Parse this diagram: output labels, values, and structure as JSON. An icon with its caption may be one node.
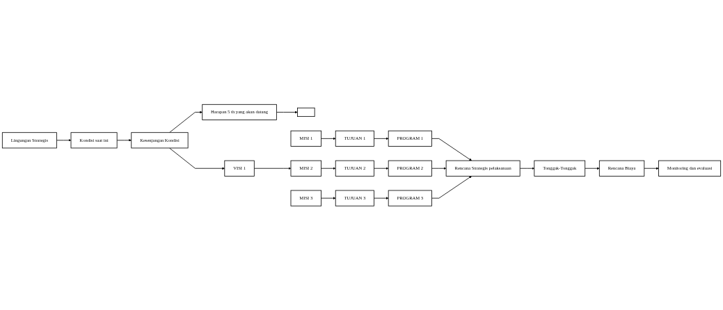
{
  "diagram": {
    "nodes": [
      {
        "text": [
          "Lingungan Strategis"
        ]
      },
      {
        "text": [
          "Kondisi saat ini"
        ]
      },
      {
        "text": [
          "Kesenjangan Kondisi"
        ]
      },
      {
        "text": [
          "Harapan 5 th yang akan datang"
        ]
      },
      {
        "text": [],
        "shape": "box"
      },
      {
        "text": [
          "VISI 1"
        ]
      },
      {
        "text": [
          "MISI 1"
        ]
      },
      {
        "text": [
          "TUJUAN 1"
        ]
      },
      {
        "text": [
          "PROGRAM 1"
        ]
      },
      {
        "text": [
          "MISI 2"
        ]
      },
      {
        "text": [
          "TUJUAN 2"
        ]
      },
      {
        "text": [
          "PROGRAM 2"
        ]
      },
      {
        "text": [
          "MISI 3"
        ]
      },
      {
        "text": [
          "TUJUAN 3"
        ]
      },
      {
        "text": [
          "PROGRAM 3"
        ]
      },
      {
        "text": [
          "Rencana Strategis pelaksanaan"
        ]
      },
      {
        "text": [
          "Rencana Biaya"
        ]
      },
      {
        "text": [
          "Tonggak-Tonggak"
        ]
      },
      {
        "text": [
          "Monitoring dan evaluasi"
        ]
      }
    ],
    "edges": [
      {
        "from": 0,
        "to": 1,
        "arrow": "to"
      },
      {
        "from": 1,
        "to": 2,
        "arrow": "to"
      },
      {
        "from": 2,
        "to": 3,
        "arrow": "to"
      },
      {
        "from": 3,
        "to": 4,
        "arrow": "to"
      },
      {
        "from": 2,
        "to": 5,
        "arrow": "to"
      },
      {
        "from": 5,
        "to": 9,
        "arrow": "to"
      },
      {
        "from": 6,
        "to": 7,
        "arrow": "to"
      },
      {
        "from": 7,
        "to": 8,
        "arrow": "to"
      },
      {
        "from": 9,
        "to": 10,
        "arrow": "to"
      },
      {
        "from": 10,
        "to": 11,
        "arrow": "to"
      },
      {
        "from": 12,
        "to": 13,
        "arrow": "to"
      },
      {
        "from": 13,
        "to": 14,
        "arrow": "to"
      },
      {
        "from": 8,
        "to": 15,
        "arrow": "to"
      },
      {
        "from": 11,
        "to": 15,
        "arrow": "to"
      },
      {
        "from": 14,
        "to": 15,
        "arrow": "to"
      },
      {
        "from": 15,
        "to": 17,
        "arrow": "to"
      },
      {
        "from": 17,
        "to": 16,
        "arrow": "to"
      },
      {
        "from": 16,
        "to": 18,
        "arrow": "to"
      }
    ]
  }
}
